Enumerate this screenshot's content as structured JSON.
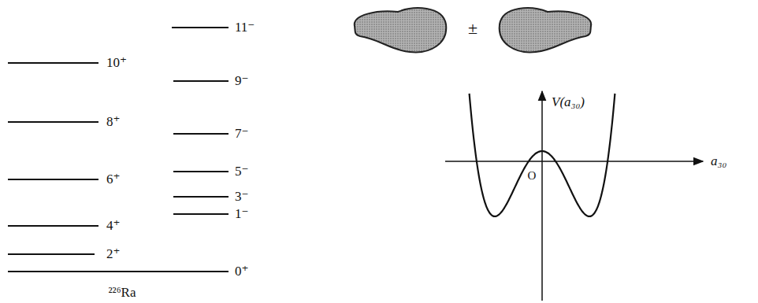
{
  "diagram": {
    "labels": [
      "10⁺",
      "8⁺",
      "6⁺",
      "4⁺",
      "2⁺",
      "0⁺",
      "²²⁶Ra",
      "11⁻",
      "9⁻",
      "7⁻",
      "5⁻",
      "3⁻",
      "1⁻",
      "±",
      "V(a₃₀)",
      "a₃₀",
      "O"
    ]
  }
}
